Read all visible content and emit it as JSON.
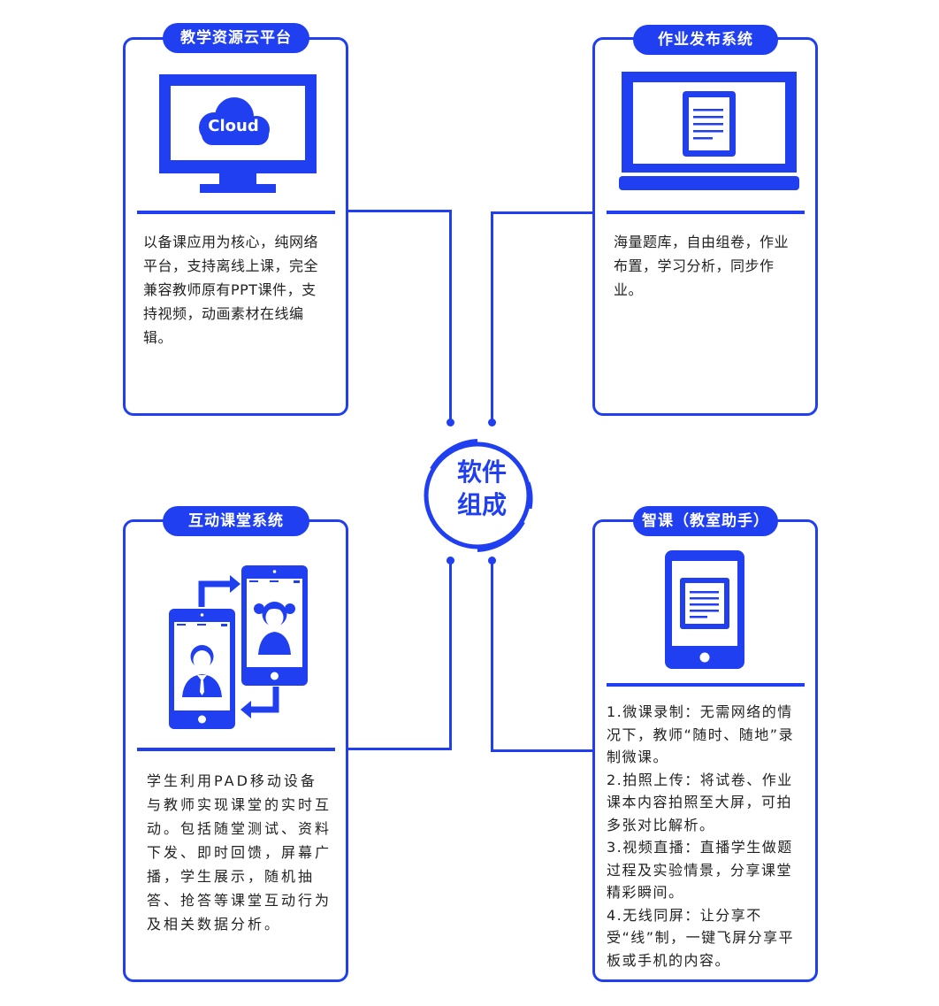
{
  "center": {
    "line1": "软件",
    "line2": "组成"
  },
  "cards": {
    "cloud": {
      "title": "教学资源云平台",
      "icon_label": "Cloud",
      "desc": "以备课应用为核心，纯网络平台，支持离线上课，完全兼容教师原有PPT课件，支持视频，动画素材在线编辑。"
    },
    "homework": {
      "title": "作业发布系统",
      "desc": "海量题库，自由组卷，作业布置，学习分析，同步作业。"
    },
    "interactive": {
      "title": "互动课堂系统",
      "desc": "学生利用PAD移动设备与教师实现课堂的实时互动。包括随堂测试、资料下发、即时回馈，屏幕广播，学生展示，随机抽答、抢答等课堂互动行为及相关数据分析。"
    },
    "smart": {
      "title": "智课（教室助手）",
      "items": [
        "1.微课录制：无需网络的情况下，教师“随时、随地”录制微课。",
        "2.拍照上传：将试卷、作业课本内容拍照至大屏，可拍多张对比解析。",
        "3.视频直播：直播学生做题过程及实验情景，分享课堂精彩瞬间。",
        "4.无线同屏：让分享不受“线”制，一键飞屏分享平板或手机的内容。"
      ]
    }
  },
  "colors": {
    "accent": "#1f3ff0",
    "text": "#222222",
    "background": "#ffffff"
  }
}
